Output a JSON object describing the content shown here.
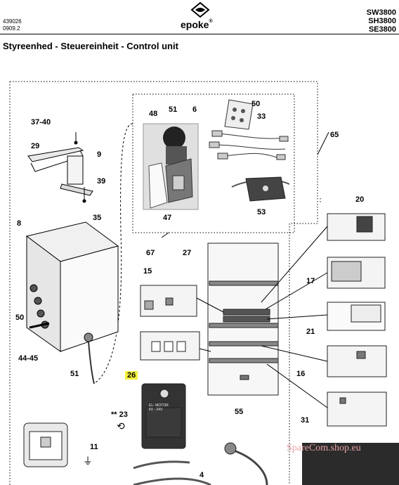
{
  "header": {
    "doc_number": "439026",
    "doc_date": "0909.2",
    "brand": "epoke",
    "brand_mark": "®",
    "models": [
      "SW3800",
      "SH3800",
      "SE3800"
    ]
  },
  "title": "Styreenhed - Steuereinheit - Control unit",
  "callouts": [
    {
      "id": "37-40"
    },
    {
      "id": "29"
    },
    {
      "id": "9"
    },
    {
      "id": "39"
    },
    {
      "id": "35"
    },
    {
      "id": "48"
    },
    {
      "id": "51"
    },
    {
      "id": "6"
    },
    {
      "id": "47"
    },
    {
      "id": "50"
    },
    {
      "id": "33"
    },
    {
      "id": "53"
    },
    {
      "id": "65"
    },
    {
      "id": "8"
    },
    {
      "id": "50"
    },
    {
      "id": "44-45"
    },
    {
      "id": "51"
    },
    {
      "id": "67"
    },
    {
      "id": "27"
    },
    {
      "id": "15"
    },
    {
      "id": "20"
    },
    {
      "id": "17"
    },
    {
      "id": "21"
    },
    {
      "id": "26"
    },
    {
      "id": "16"
    },
    {
      "id": "** 23"
    },
    {
      "id": "55"
    },
    {
      "id": "31"
    },
    {
      "id": "11"
    },
    {
      "id": "4"
    }
  ],
  "motor_label": {
    "line1": "EL- MOTOR",
    "line2": "6V - 24V"
  },
  "watermark": "SpareCom.shop.eu",
  "colors": {
    "highlight": "#f5ef3a",
    "line": "#000000",
    "watermark": "#e8a0a0"
  }
}
